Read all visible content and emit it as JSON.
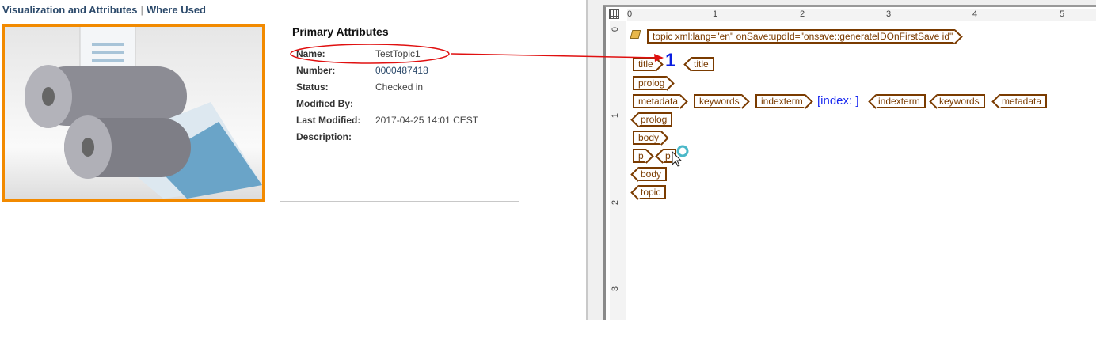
{
  "tabs": {
    "active": "Visualization and Attributes",
    "other": "Where Used",
    "separator": "|"
  },
  "attributes": {
    "legend": "Primary Attributes",
    "rows": [
      {
        "label": "Name:",
        "value": "TestTopic1"
      },
      {
        "label": "Number:",
        "value": "0000487418"
      },
      {
        "label": "Status:",
        "value": "Checked in"
      },
      {
        "label": "Modified By:",
        "value": ""
      },
      {
        "label": "Last Modified:",
        "value": "2017-04-25 14:01 CEST"
      },
      {
        "label": "Description:",
        "value": ""
      }
    ]
  },
  "editor": {
    "ruler_h": [
      "0",
      "1",
      "2",
      "3",
      "4",
      "5"
    ],
    "ruler_v": [
      "0",
      "1",
      "2",
      "3"
    ],
    "root_tag": "topic xml:lang=\"en\" onSave:updId=\"onsave::generateIDOnFirstSave id\"",
    "title_value": "1",
    "index_text": "[index: ]",
    "tags": {
      "title": "title",
      "prolog": "prolog",
      "metadata": "metadata",
      "keywords": "keywords",
      "indexterm": "indexterm",
      "body": "body",
      "p": "p",
      "topic": "topic"
    }
  },
  "colors": {
    "tag": "#7a3b00",
    "highlight_border": "#f28a00",
    "annotation": "#e01010",
    "value_text": "#0a1ee0"
  }
}
